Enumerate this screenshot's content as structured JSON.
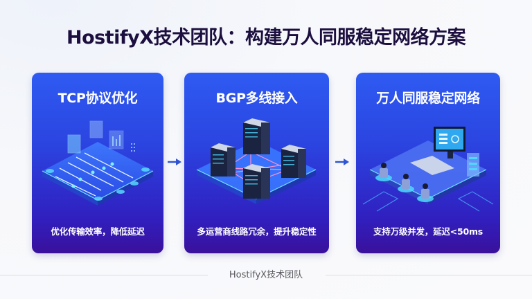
{
  "title": "HostifyX技术团队：构建万人同服稳定网络方案",
  "cards": [
    {
      "title": "TCP协议优化",
      "description": "优化传输效率，降低延迟",
      "illustration": "data-flow-platform-icon"
    },
    {
      "title": "BGP多线接入",
      "description": "多运营商线路冗余，提升稳定性",
      "illustration": "server-mesh-icon"
    },
    {
      "title": "万人同服稳定网络",
      "description": "支持万级并发，延迟<50ms",
      "illustration": "workstation-users-icon"
    }
  ],
  "arrows": [
    "arrow-right-icon",
    "arrow-right-icon"
  ],
  "footer": "HostifyX技术团队",
  "colors": {
    "title": "#1c0f3f",
    "card_top": "#2e5bf2",
    "card_bottom": "#3a109c",
    "arrow": "#2f55d4",
    "accent_cyan": "#4fd8ff",
    "link_pink": "#ff8fd0",
    "footer_text": "#5a5a5e"
  }
}
